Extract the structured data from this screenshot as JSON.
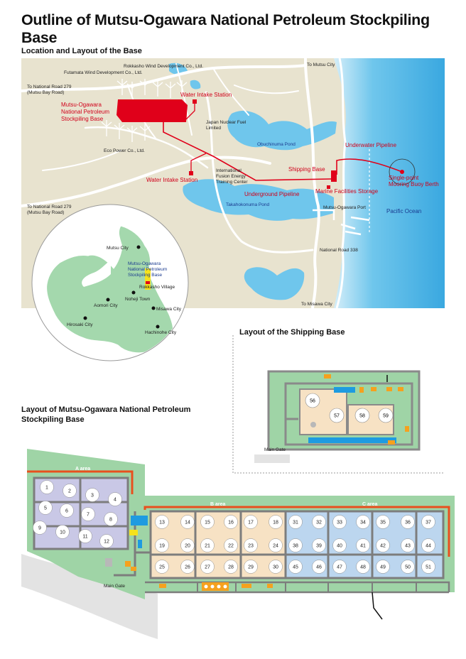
{
  "page": {
    "title": "Outline of Mutsu-Ogawara National Petroleum Stockpiling Base"
  },
  "location_map": {
    "heading": "Location and Layout of the Base",
    "labels": {
      "rokkasho_wind": "Rokkasho Wind Development Co., Ltd.",
      "futamata_wind": "Futamata Wind Development Co., Ltd.",
      "to_national_road_top_1": "To National Road 279",
      "to_national_road_top_2": "(Mutsu Bay Road)",
      "to_mutsu_city": "To Mutsu City",
      "water_intake_top": "Water Intake Station",
      "base_line1": "Mutsu-Ogawara",
      "base_line2": "National Petroleum",
      "base_line3": "Stockpiling Base",
      "japan_nuclear_1": "Japan Nuclear Fuel",
      "japan_nuclear_2": "Limited",
      "obuchinuma_pond": "Obuchinuma Pond",
      "underwater_pipeline": "Underwater Pipeline",
      "eco_power": "Eco Power Co., Ltd.",
      "intl_fusion_1": "International",
      "intl_fusion_2": "Fusion Energy",
      "intl_fusion_3": "Training Center",
      "shipping_base": "Shipping Base",
      "single_point_1": "Single-point",
      "single_point_2": "Mooring Buoy Berth",
      "water_intake_bottom": "Water Intake Station",
      "underground_pipeline": "Underground Pipeline",
      "marine_facilities": "Marine Facilities Storage",
      "takahokonuma_pond": "Takahokonuma Pond",
      "mutsu_ogawara_port": "Mutsu-Ogawara Port",
      "pacific_ocean": "Pacific Ocean",
      "to_national_road_bottom_1": "To National Road 279",
      "to_national_road_bottom_2": "(Mutsu Bay Road)",
      "national_road_338": "National Road 338",
      "to_misawa_city": "To Misawa City"
    },
    "inset": {
      "mutsu_city": "Mutsu City",
      "base_line1": "Mutsu-Ogawara",
      "base_line2": "National Petroleum",
      "base_line3": "Stockpiling Base",
      "rokkasho_village": "Rokkasho Village",
      "noheji_town": "Noheji Town",
      "aomori_city": "Aomori City",
      "misawa_city": "Misawa City",
      "hirosaki_city": "Hirosaki City",
      "hachinohe_city": "Hachinohe City"
    }
  },
  "shipping_layout": {
    "heading": "Layout of the Shipping Base",
    "main_gate": "Main Gate",
    "tanks": [
      "56",
      "57",
      "58",
      "59"
    ]
  },
  "stockpile_layout": {
    "heading_line1": "Layout of Mutsu-Ogawara National Petroleum",
    "heading_line2": "Stockpiling Base",
    "a_area": "A area",
    "b_area": "B area",
    "c_area": "C area",
    "main_gate": "Main Gate",
    "a_tanks": [
      "1",
      "2",
      "3",
      "4",
      "5",
      "6",
      "7",
      "8",
      "9",
      "10",
      "11",
      "12"
    ],
    "b_tanks_row1": [
      "13",
      "14",
      "15",
      "16",
      "17",
      "18"
    ],
    "b_tanks_row2": [
      "19",
      "20",
      "21",
      "22",
      "23",
      "24"
    ],
    "b_tanks_row3": [
      "25",
      "26",
      "27",
      "28",
      "29",
      "30"
    ],
    "c_tanks_row1": [
      "31",
      "32",
      "33",
      "34",
      "35",
      "36",
      "37"
    ],
    "c_tanks_row2": [
      "38",
      "39",
      "40",
      "41",
      "42",
      "43",
      "44"
    ],
    "c_tanks_row3": [
      "45",
      "46",
      "47",
      "48",
      "49",
      "50",
      "51"
    ]
  },
  "colors": {
    "land": "#e8e3cf",
    "water": "#6fc6ec",
    "sea_dark": "#3aa8e0",
    "road": "#ffffff",
    "facility_red": "#e0001a",
    "green": "#9fd4a6",
    "green_dark": "#7fbf88",
    "area_a_fill": "#c9c8e6",
    "area_c_fill": "#bcd6ef",
    "area_b_fill": "#f7e2c4",
    "orange": "#f5a11e",
    "border_orange": "#e8501e",
    "wall": "#7d7d7d"
  }
}
